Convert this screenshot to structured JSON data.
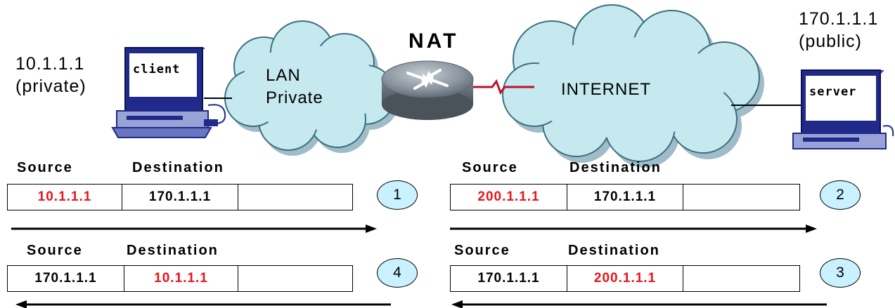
{
  "client": {
    "ip": "10.1.1.1",
    "scope": "(private)",
    "label": "client"
  },
  "server": {
    "ip": "170.1.1.1",
    "scope": "(public)",
    "label": "server"
  },
  "nat": {
    "title": "NAT"
  },
  "clouds": {
    "lan": {
      "line1": "LAN",
      "line2": "Private"
    },
    "internet": {
      "label": "INTERNET"
    }
  },
  "headers": {
    "source": "Source",
    "destination": "Destination"
  },
  "packets": [
    {
      "step": "1",
      "source": "10.1.1.1",
      "destination": "170.1.1.1",
      "translated": "source",
      "direction": "right"
    },
    {
      "step": "2",
      "source": "200.1.1.1",
      "destination": "170.1.1.1",
      "translated": "source",
      "direction": "right"
    },
    {
      "step": "3",
      "source": "170.1.1.1",
      "destination": "200.1.1.1",
      "translated": "destination",
      "direction": "left"
    },
    {
      "step": "4",
      "source": "170.1.1.1",
      "destination": "10.1.1.1",
      "translated": "destination",
      "direction": "left"
    }
  ],
  "colors": {
    "translated_text": "#e8141b",
    "step_fill": "#c9f1ff",
    "cloud_fill": "#c5e9ee",
    "monitor_body": "#1f2a8a"
  }
}
